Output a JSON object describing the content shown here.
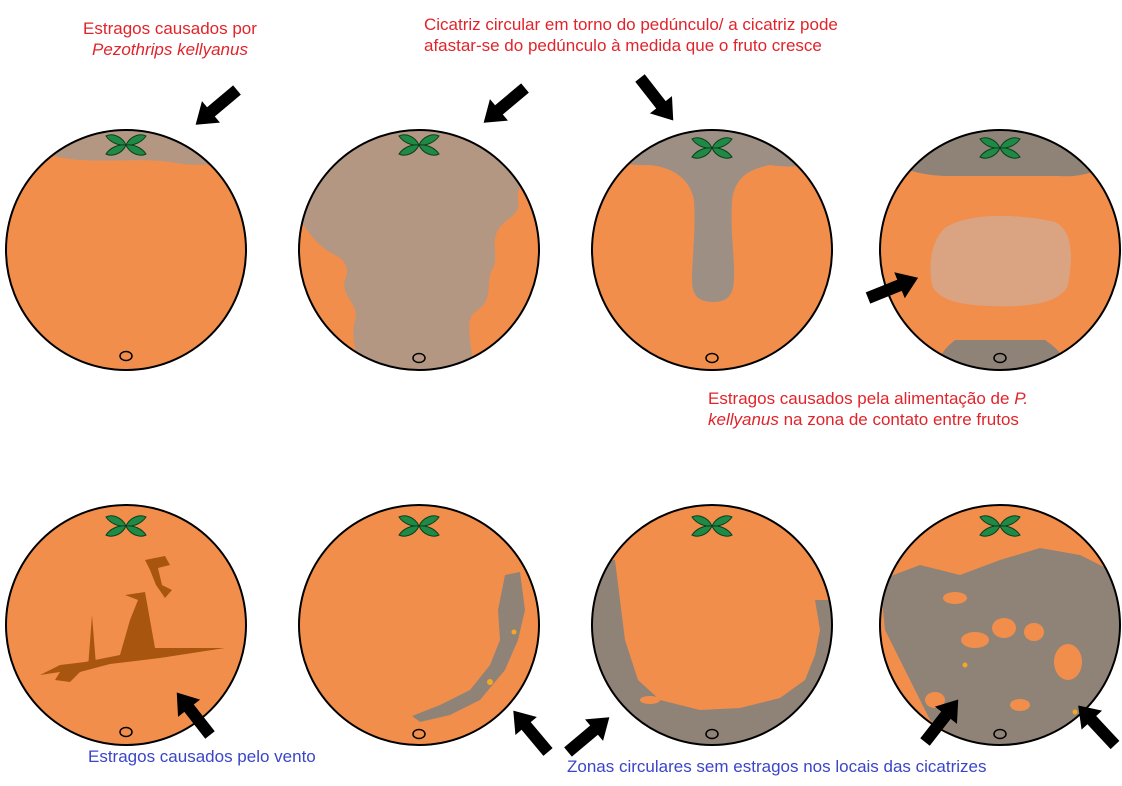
{
  "captions": {
    "top_left": {
      "line1": "Estragos causados por",
      "line2": "Pezothrips kellyanus"
    },
    "top_center": {
      "line1": "Cicatriz circular em torno do pedúnculo/ a cicatriz pode",
      "line2": "afastar-se do pedúnculo à medida que o fruto cresce"
    },
    "contact": {
      "line1_pre": "Estragos causados pela alimentação de ",
      "line1_italic": "P.",
      "line2_italic": "kellyanus",
      "line2_post": " na zona de contato entre frutos"
    },
    "wind": "Estragos causados pelo vento",
    "circular_zones": "Zonas circulares sem estragos nos locais das cicatrizes"
  },
  "colors": {
    "fruit": "#f28e4c",
    "outline": "#000000",
    "thrips_scar": "#b39782",
    "thrips_scar_light": "#daa482",
    "wind_scar": "#8f8378",
    "wind_scar_brown": "#a8560f",
    "spot": "#f5a623",
    "leaf": "#1f8a45",
    "red_text": "#e0242b",
    "blue_text": "#3a45c8"
  },
  "icons": [
    "arrow-icon",
    "leaf-stem-icon",
    "navel-icon"
  ]
}
